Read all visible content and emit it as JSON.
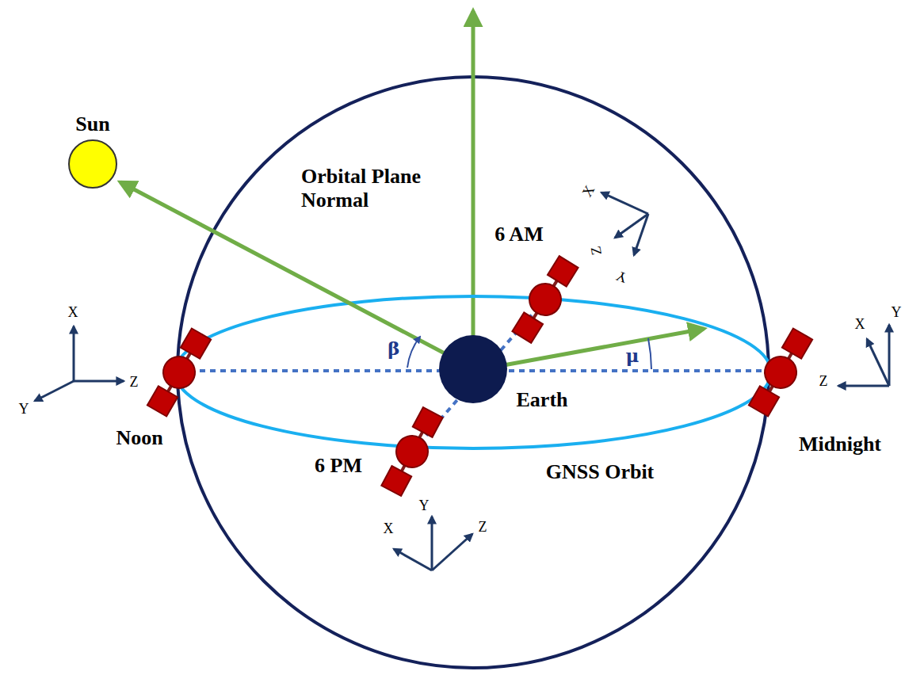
{
  "diagram": {
    "labels": [
      "Sun",
      "Orbital Plane Normal",
      "6 AM",
      "β",
      "Earth",
      "μ",
      "Noon",
      "Midnight",
      "6 PM",
      "GNSS Orbit",
      "X",
      "Y",
      "Z",
      "X",
      "Z",
      "Y",
      "X",
      "Y",
      "Z",
      "X",
      "Y",
      "Z"
    ]
  }
}
